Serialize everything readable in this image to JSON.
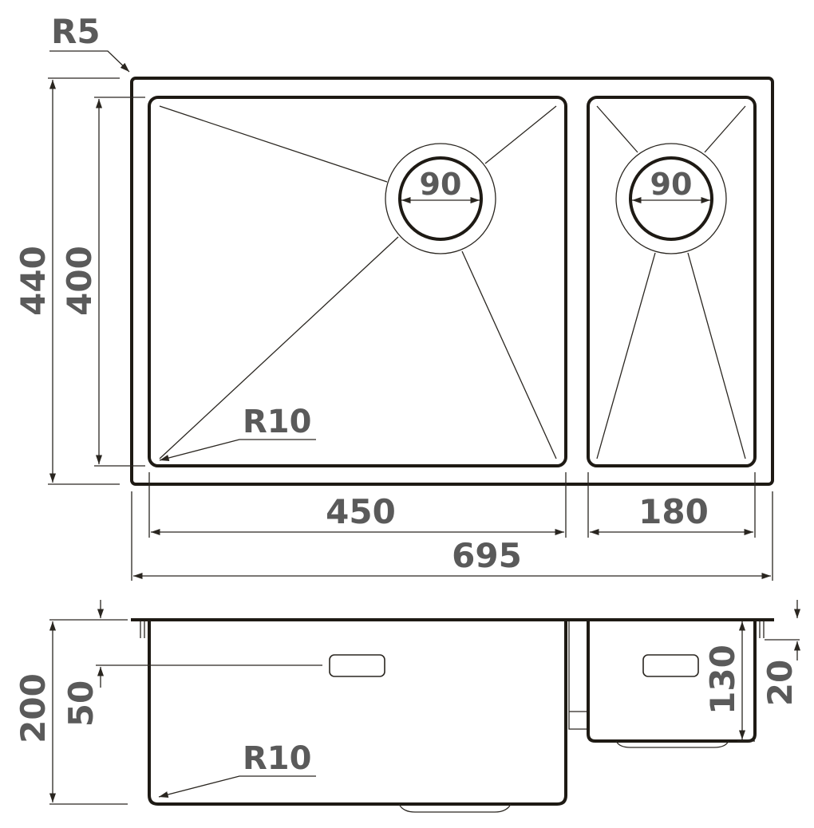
{
  "drawing": {
    "top_view": {
      "corner_radius_outer": "R5",
      "total_width": "695",
      "total_depth": "440",
      "inner_depth": "400",
      "left_bowl_width": "450",
      "right_bowl_width": "180",
      "left_drain_diameter": "90",
      "right_drain_diameter": "90",
      "left_bowl_corner_radius": "R10"
    },
    "side_view": {
      "left_bowl_depth": "200",
      "overflow_height": "50",
      "left_bowl_corner_radius": "R10",
      "right_bowl_depth": "130",
      "rim_offset": "20"
    },
    "colors": {
      "outline": "#1e1a14",
      "dimension_text": "#5a5a5a"
    }
  }
}
